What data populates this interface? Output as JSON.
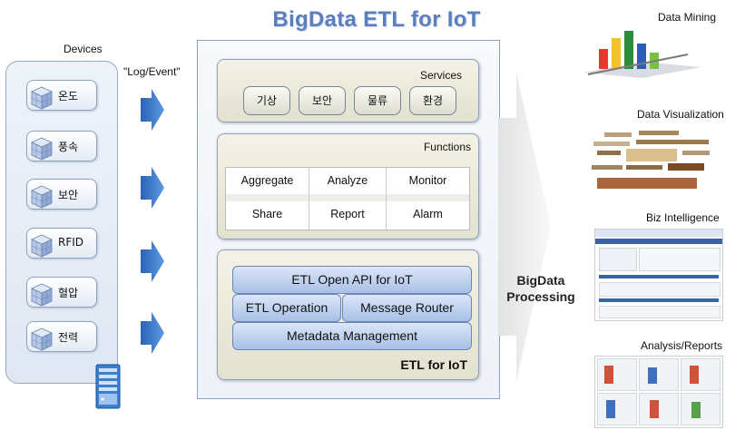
{
  "title": "BigData ETL for IoT",
  "devices": {
    "label": "Devices",
    "items": [
      "온도",
      "풍속",
      "보안",
      "RFID",
      "혈압",
      "전력"
    ]
  },
  "flow_label": "\"Log/Event\"",
  "services": {
    "title": "Services",
    "items": [
      "기상",
      "보안",
      "물류",
      "환경"
    ]
  },
  "functions": {
    "title": "Functions",
    "rows": [
      [
        "Aggregate",
        "Analyze",
        "Monitor"
      ],
      [
        "Share",
        "Report",
        "Alarm"
      ]
    ]
  },
  "etl": {
    "title": "ETL for IoT",
    "open_api": "ETL Open API for IoT",
    "operation": "ETL Operation",
    "router": "Message Router",
    "metadata": "Metadata Management"
  },
  "processing": {
    "line1": "BigData",
    "line2": "Processing"
  },
  "outputs": [
    "Data Mining",
    "Data Visualization",
    "Biz Intelligence",
    "Analysis/Reports"
  ],
  "colors": {
    "title": "#5b7fbd",
    "blue_box": "#a8c0e6",
    "beige_box": "#e3e1cf"
  },
  "icons": [
    "device-cube-icon",
    "server-icon",
    "right-arrow-icon",
    "big-arrow-icon"
  ]
}
